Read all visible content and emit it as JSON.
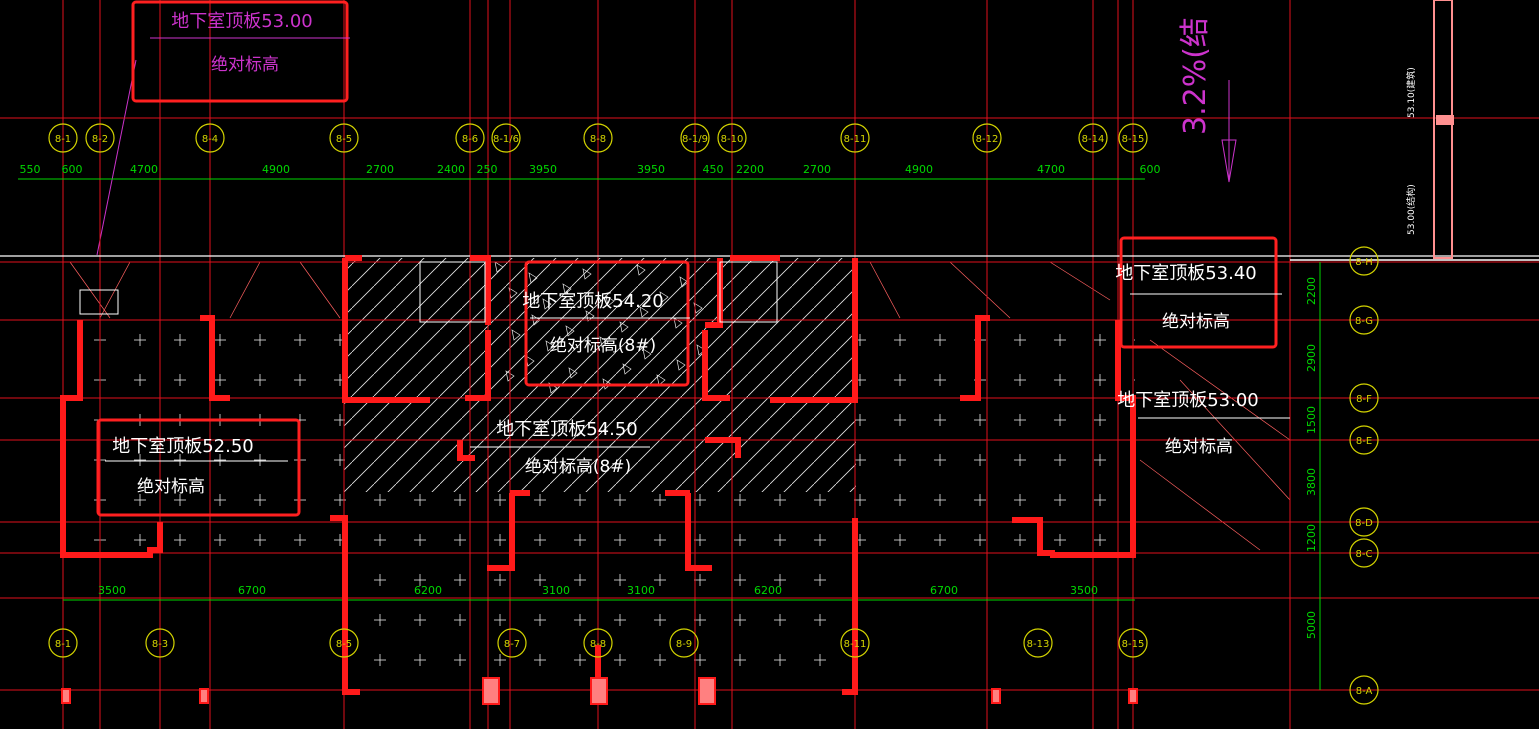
{
  "top_grid": [
    "8-1",
    "8-2",
    "8-4",
    "8-5",
    "8-6",
    "8-1/6",
    "8-8",
    "8-1/9",
    "8-10",
    "8-11",
    "8-12",
    "8-14",
    "8-15"
  ],
  "bottom_grid": [
    "8-1",
    "8-3",
    "8-5",
    "8-7",
    "8-8",
    "8-9",
    "8-11",
    "8-13",
    "8-15"
  ],
  "right_grid": [
    "8-H",
    "8-G",
    "8-F",
    "8-E",
    "8-D",
    "8-C",
    "8-A"
  ],
  "top_dims": [
    "550",
    "600",
    "4700",
    "4900",
    "2700",
    "2400",
    "250",
    "3950",
    "3950",
    "450",
    "2200",
    "2700",
    "4900",
    "4700",
    "600"
  ],
  "bottom_dims": [
    "3500",
    "6700",
    "6200",
    "3100",
    "3100",
    "6200",
    "6700",
    "3500"
  ],
  "right_dims": [
    "2200",
    "2900",
    "1500",
    "3800",
    "1200",
    "5000"
  ],
  "slab_labels": {
    "l1": {
      "title": "地下室顶板53.00",
      "sub": "绝对标高"
    },
    "l2": {
      "title": "地下室顶板54.20",
      "sub": "绝对标高(8#)"
    },
    "l3": {
      "title": "地下室顶板53.40",
      "sub": "绝对标高"
    },
    "l4": {
      "title": "地下室顶板53.00",
      "sub": "绝对标高"
    },
    "l5": {
      "title": "地下室顶板54.50",
      "sub": "绝对标高(8#)"
    },
    "l6": {
      "title": "地下室顶板52.50",
      "sub": "绝对标高"
    }
  },
  "slope_text": "3.2%(结",
  "side_elev": [
    "53.10(建筑)",
    "53.00(结构)"
  ],
  "colors": {
    "grid": "#e0101c",
    "dim": "#00d800",
    "bubble": "#d4d400",
    "wall": "#ff1a1a",
    "text": "#ffffff",
    "magenta": "#cc33cc",
    "highlight": "#ff2020",
    "hatch": "#e8e8e8"
  }
}
